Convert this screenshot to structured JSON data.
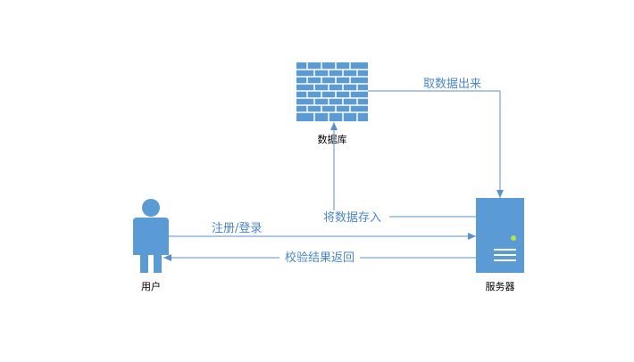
{
  "nodes": {
    "database": {
      "label": "数据库",
      "icon": "brick-wall-icon"
    },
    "user": {
      "label": "用户",
      "icon": "person-icon"
    },
    "server": {
      "label": "服务器",
      "icon": "server-icon"
    }
  },
  "edges": {
    "register": "注册/登录",
    "verify_return": "校验结果返回",
    "store_data": "将数据存入",
    "fetch_data": "取数据出来"
  },
  "colors": {
    "icon": "#5b9bd5",
    "line": "#5b8fc9",
    "edge_text": "#4a86c8",
    "server_light": "#b8e04a"
  }
}
